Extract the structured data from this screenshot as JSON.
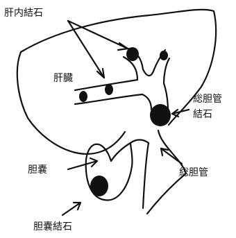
{
  "labels": {
    "intrahepatic_stones": "肝内結石",
    "liver": "肝臓",
    "cbd_stone_line1": "総胆管",
    "cbd_stone_line2": "結石",
    "gallbladder": "胆嚢",
    "common_bile_duct": "総胆管",
    "gallstone": "胆嚢結石"
  },
  "colors": {
    "ink": "#111111",
    "background": "#ffffff"
  }
}
